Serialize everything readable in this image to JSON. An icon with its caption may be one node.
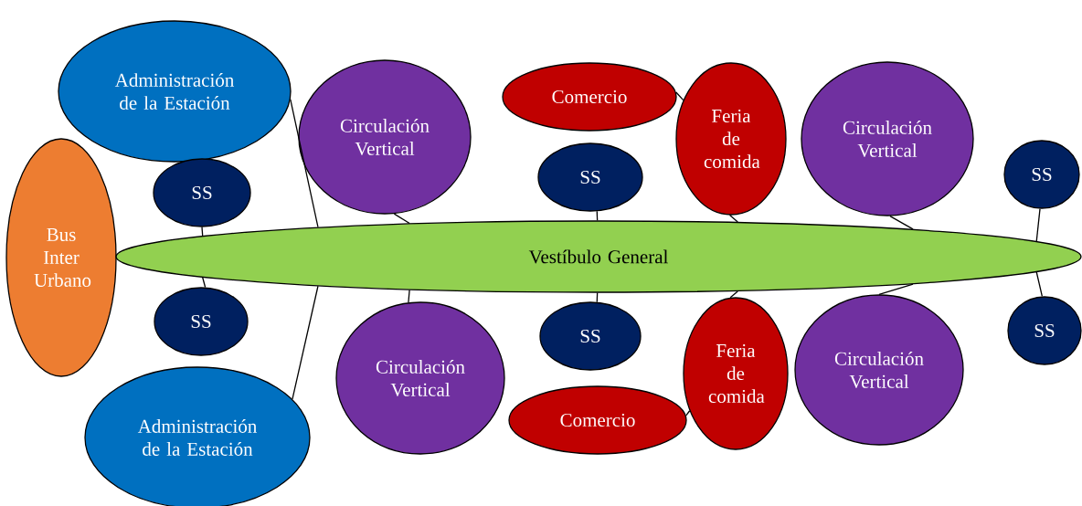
{
  "diagram": {
    "nodes": [
      {
        "text": [
          "Administración de la Estación"
        ]
      },
      {
        "text": [
          "Circulación Vertical"
        ]
      },
      {
        "text": [
          "Comercio"
        ]
      },
      {
        "text": [
          "Feria de comida"
        ]
      },
      {
        "text": [
          "Circulación Vertical"
        ]
      },
      {
        "text": [
          "SS"
        ]
      },
      {
        "text": [
          "SS"
        ]
      },
      {
        "text": [
          "SS"
        ]
      },
      {
        "text": [
          "Bus Inter Urbano"
        ]
      },
      {
        "text": [
          "Vestíbulo General"
        ]
      },
      {
        "text": [
          "SS"
        ]
      },
      {
        "text": [
          "SS"
        ]
      },
      {
        "text": [
          "SS"
        ]
      },
      {
        "text": [
          "Circulación Vertical"
        ]
      },
      {
        "text": [
          "Feria de comida"
        ]
      },
      {
        "text": [
          "Circulación Vertical"
        ]
      },
      {
        "text": [
          "Comercio"
        ]
      },
      {
        "text": [
          "Administración de la Estación"
        ]
      }
    ],
    "edges": [
      {
        "from": 0,
        "to": 9,
        "arrow": "none"
      },
      {
        "from": 1,
        "to": 9,
        "arrow": "none"
      },
      {
        "from": 2,
        "to": 3,
        "arrow": "none"
      },
      {
        "from": 3,
        "to": 9,
        "arrow": "none"
      },
      {
        "from": 4,
        "to": 9,
        "arrow": "none"
      },
      {
        "from": 5,
        "to": 9,
        "arrow": "none"
      },
      {
        "from": 6,
        "to": 9,
        "arrow": "none"
      },
      {
        "from": 7,
        "to": 9,
        "arrow": "none"
      },
      {
        "from": 9,
        "to": 10,
        "arrow": "none"
      },
      {
        "from": 9,
        "to": 17,
        "arrow": "none"
      },
      {
        "from": 9,
        "to": 13,
        "arrow": "none"
      },
      {
        "from": 9,
        "to": 11,
        "arrow": "none"
      },
      {
        "from": 9,
        "to": 14,
        "arrow": "none"
      },
      {
        "from": 9,
        "to": 15,
        "arrow": "none"
      },
      {
        "from": 9,
        "to": 12,
        "arrow": "none"
      },
      {
        "from": 16,
        "to": 14,
        "arrow": "none"
      }
    ]
  }
}
